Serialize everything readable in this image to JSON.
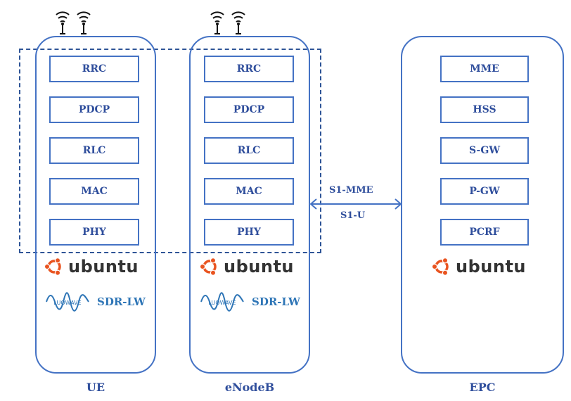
{
  "ue": {
    "label": "UE",
    "layers": [
      "RRC",
      "PDCP",
      "RLC",
      "MAC",
      "PHY"
    ],
    "os": "ubuntu",
    "sdr_logo_text": "LUOWAVE",
    "sdr": "SDR-LW"
  },
  "enodeb": {
    "label": "eNodeB",
    "layers": [
      "RRC",
      "PDCP",
      "RLC",
      "MAC",
      "PHY"
    ],
    "os": "ubuntu",
    "sdr_logo_text": "LUOWAVE",
    "sdr": "SDR-LW"
  },
  "epc": {
    "label": "EPC",
    "components": [
      "MME",
      "HSS",
      "S-GW",
      "P-GW",
      "PCRF"
    ],
    "os": "ubuntu"
  },
  "link": {
    "top_label": "S1-MME",
    "bottom_label": "S1-U"
  },
  "colors": {
    "border": "#4472c4",
    "text": "#2f4e9c",
    "dashed": "#2f5597",
    "ubuntu_orange": "#e95420",
    "sdr_blue": "#2e75b6"
  }
}
